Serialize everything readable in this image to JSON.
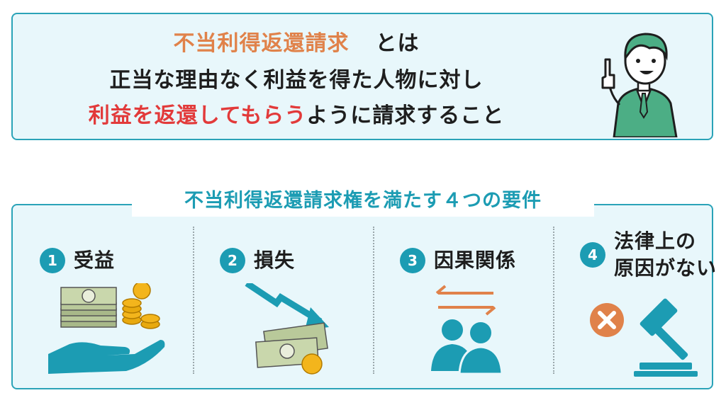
{
  "header": {
    "term": "不当利得返還請求",
    "term_suffix": "とは",
    "line2": "正当な理由なく利益を得た人物に対し",
    "line3_red": "利益を返還してもらう",
    "line3_rest": "ように請求すること"
  },
  "requirements": {
    "title": "不当利得返還請求権を満たす４つの要件",
    "items": [
      {
        "number": "1",
        "label": "受益",
        "icon": "money-hand-icon"
      },
      {
        "number": "2",
        "label": "損失",
        "icon": "money-loss-icon"
      },
      {
        "number": "3",
        "label": "因果関係",
        "icon": "people-exchange-icon"
      },
      {
        "number": "4",
        "label_line1": "法律上の",
        "label_line2": "原因がない",
        "icon": "no-gavel-icon"
      }
    ]
  },
  "colors": {
    "accent": "#1c9cb3",
    "border": "#2aa3b8",
    "box_bg": "#e8f7fb",
    "orange": "#e0824a",
    "red": "#e23a3a",
    "money_green": "#b9c99a",
    "coin_gold": "#f3b51c",
    "person_green": "#4cae85"
  }
}
